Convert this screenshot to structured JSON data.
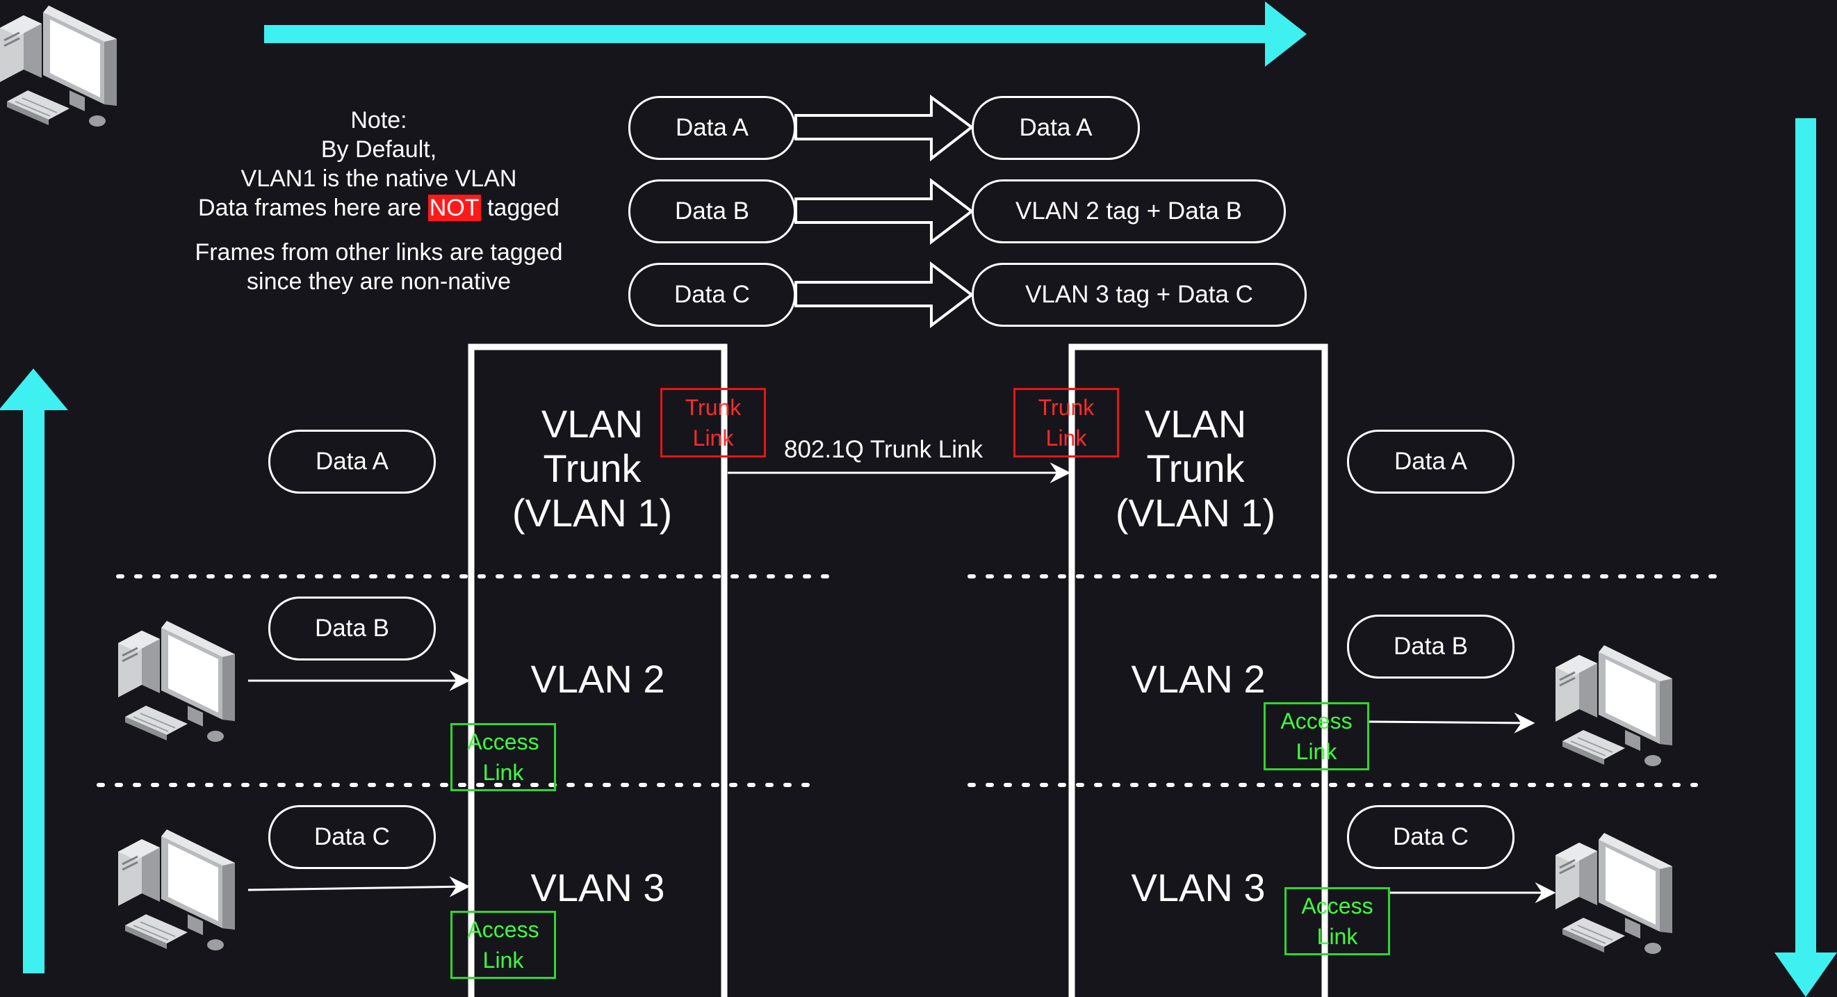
{
  "note": {
    "line1": "Note:",
    "line2": "By Default,",
    "line3": "VLAN1 is the native VLAN",
    "line4_pre": "Data frames here are ",
    "line4_highlight": "NOT",
    "line4_post": " tagged",
    "line5": "Frames from other links are tagged",
    "line6": "since they are non-native"
  },
  "tagging": {
    "rows": [
      {
        "input": "Data A",
        "output": "Data A"
      },
      {
        "input": "Data B",
        "output": "VLAN 2 tag + Data B"
      },
      {
        "input": "Data C",
        "output": "VLAN 3 tag + Data C"
      }
    ]
  },
  "switches": {
    "left": {
      "trunk_title": [
        "VLAN",
        "Trunk",
        "(VLAN 1)"
      ],
      "vlan2": "VLAN 2",
      "vlan3": "VLAN 3"
    },
    "right": {
      "trunk_title": [
        "VLAN",
        "Trunk",
        "(VLAN 1)"
      ],
      "vlan2": "VLAN 2",
      "vlan3": "VLAN 3"
    }
  },
  "ports": {
    "trunk": [
      "Trunk",
      "Link"
    ],
    "access": [
      "Access",
      "Link"
    ]
  },
  "trunk_link_label": "802.1Q Trunk Link",
  "left_frames": [
    "Data A",
    "Data B",
    "Data C"
  ],
  "right_frames": [
    "Data A",
    "Data B",
    "Data C"
  ],
  "colors": {
    "background": "#17151c",
    "flow_arrow": "#3ff0f0",
    "trunk_port": "#e51616",
    "access_port": "#2fd62f",
    "highlight": "#ff1a1a"
  },
  "icons": {
    "host": "desktop-computer-icon",
    "flow": "cyan-flow-arrow"
  }
}
